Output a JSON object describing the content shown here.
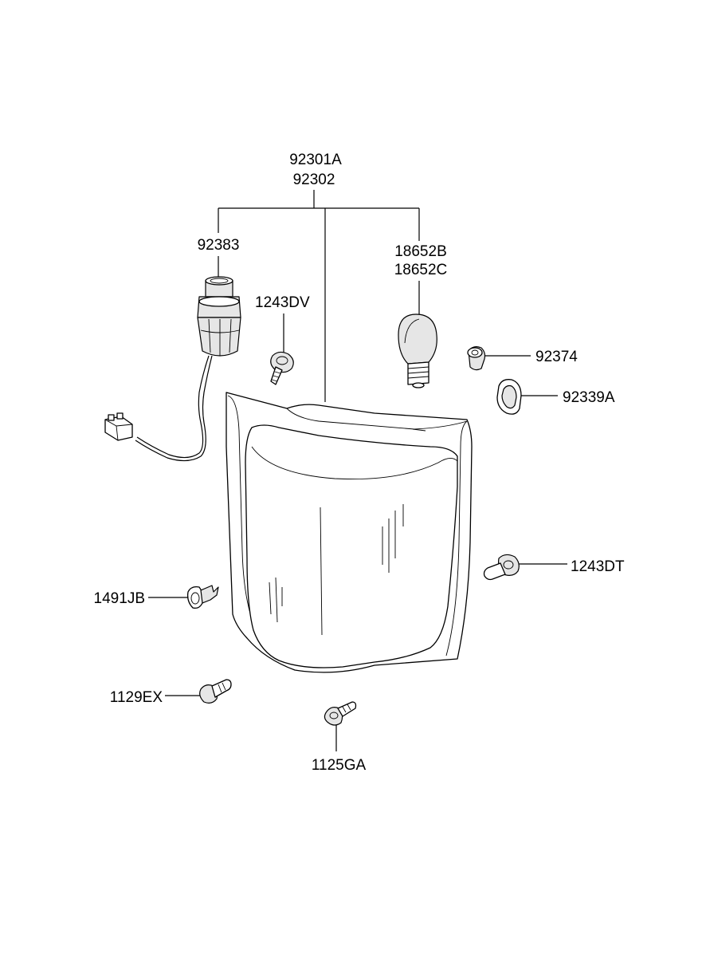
{
  "labels": {
    "assembly_left": "92301A",
    "assembly_right": "92302",
    "socket": "92383",
    "bulb_a": "18652B",
    "bulb_b": "18652C",
    "screw_top": "1243DV",
    "grommet_small": "92374",
    "grommet_large": "92339A",
    "screw_right": "1243DT",
    "clip": "1491JB",
    "bolt_left": "1129EX",
    "bolt_bottom": "1125GA"
  }
}
